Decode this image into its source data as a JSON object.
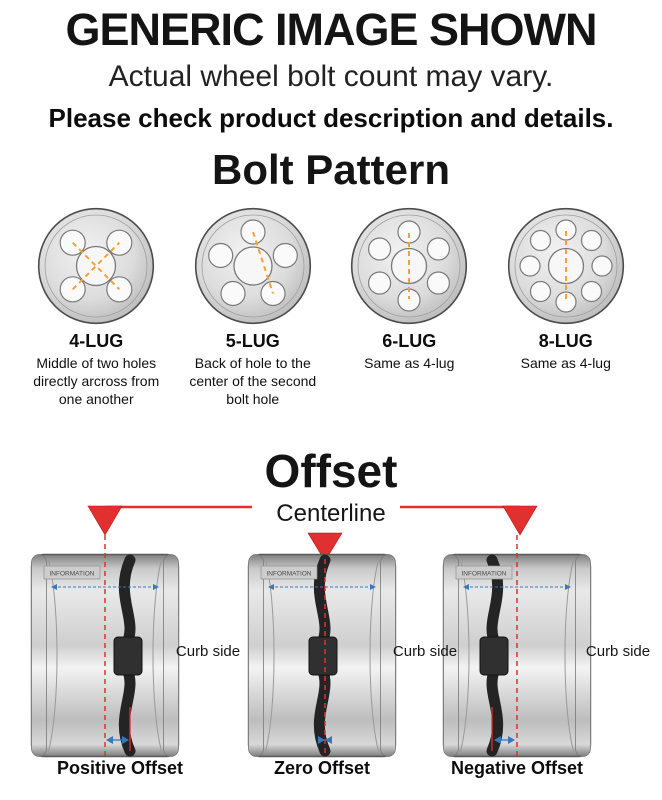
{
  "header": {
    "title": "GENERIC IMAGE SHOWN",
    "subtitle": "Actual wheel bolt count may vary.",
    "note": "Please check product description and details."
  },
  "bolt_pattern": {
    "heading": "Bolt Pattern",
    "items": [
      {
        "label": "4-LUG",
        "description": "Middle of two holes directly arcross from one another"
      },
      {
        "label": "5-LUG",
        "description": "Back of hole to the center of the second bolt hole"
      },
      {
        "label": "6-LUG",
        "description": "Same as 4-lug"
      },
      {
        "label": "8-LUG",
        "description": "Same as 4-lug"
      }
    ]
  },
  "offset": {
    "heading": "Offset",
    "centerline_label": "Centerline",
    "curb_side_label": "Curb side",
    "barrel_watermark": "INFORMATION",
    "items": [
      {
        "label": "Positive Offset"
      },
      {
        "label": "Zero Offset"
      },
      {
        "label": "Negative Offset"
      }
    ]
  },
  "colors": {
    "marker_red": "#e03030",
    "dash_orange": "#f2a13c",
    "measure_blue": "#3a77b5",
    "wheel_gray": "#c9c9c9",
    "spoke_dark": "#262626",
    "text_black": "#111111"
  }
}
